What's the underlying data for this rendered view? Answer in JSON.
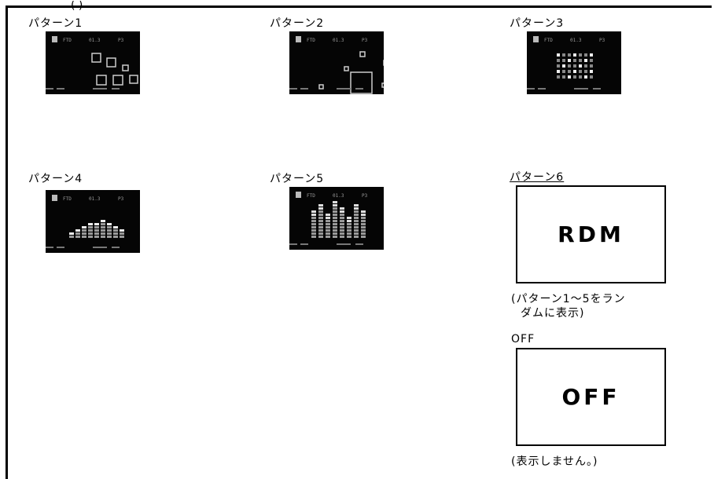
{
  "top_fragment": "(                        )",
  "patterns": [
    {
      "label": "パターン1",
      "status_left": "FTD",
      "status_mid": "01.3",
      "status_right": "P3"
    },
    {
      "label": "パターン2",
      "status_left": "FTD",
      "status_mid": "01.3",
      "status_right": "P3"
    },
    {
      "label": "パターン3",
      "status_left": "FTD",
      "status_mid": "01.3",
      "status_right": "P3"
    },
    {
      "label": "パターン4",
      "status_left": "FTD",
      "status_mid": "01.3",
      "status_right": "P3"
    },
    {
      "label": "パターン5",
      "status_left": "FTD",
      "status_mid": "01.3",
      "status_right": "P3"
    }
  ],
  "pattern6": {
    "label": "パターン6",
    "box_text": "RDM",
    "note_line1": "(パターン1～5をラン",
    "note_line2": "ダムに表示)"
  },
  "off": {
    "label": "OFF",
    "box_text": "OFF",
    "note": "(表示しません。)"
  },
  "colors": {
    "screen_bg": "#050505",
    "screen_fg": "#cfcfcf",
    "ink": "#000000"
  }
}
